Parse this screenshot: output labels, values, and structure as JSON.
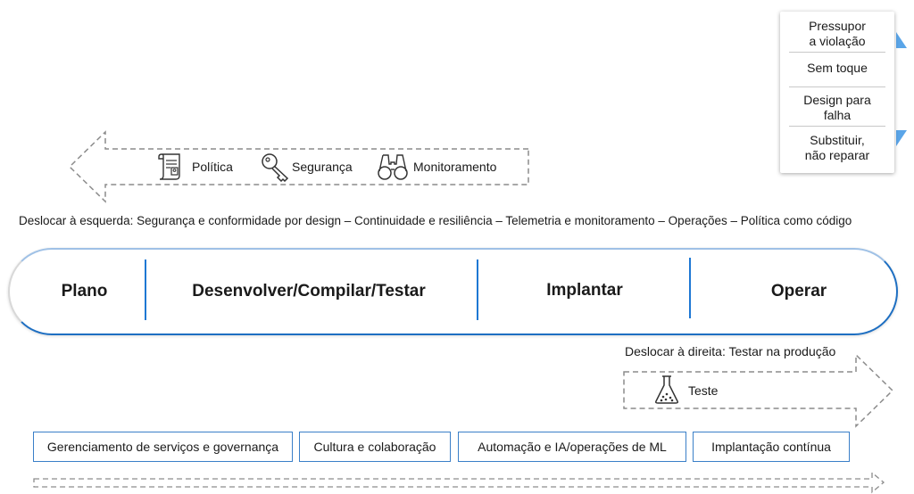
{
  "callout": {
    "items": [
      {
        "line1": "Pressupor",
        "line2": "a violação"
      },
      {
        "line1": "Sem toque",
        "line2": ""
      },
      {
        "line1": "Design para",
        "line2": "falha"
      },
      {
        "line1": "Substituir,",
        "line2": "não reparar"
      }
    ]
  },
  "shift_left": {
    "labels": {
      "policy": "Política",
      "security": "Segurança",
      "monitoring": "Monitoramento"
    },
    "description": "Deslocar à esquerda: Segurança e conformidade por design – Continuidade e resiliência – Telemetria e monitoramento – Operações – Política como código"
  },
  "stages": {
    "plan": "Plano",
    "develop": "Desenvolver/Compilar/Testar",
    "deploy": "Implantar",
    "operate": "Operar"
  },
  "shift_right": {
    "description": "Deslocar à direita: Testar na produção",
    "test": "Teste"
  },
  "practices": [
    "Gerenciamento de serviços e governança",
    "Cultura e colaboração",
    "Automação e IA/operações de ML",
    "Implantação contínua"
  ],
  "colors": {
    "accent": "#1e78d4",
    "dashed": "#8c8c8c"
  }
}
